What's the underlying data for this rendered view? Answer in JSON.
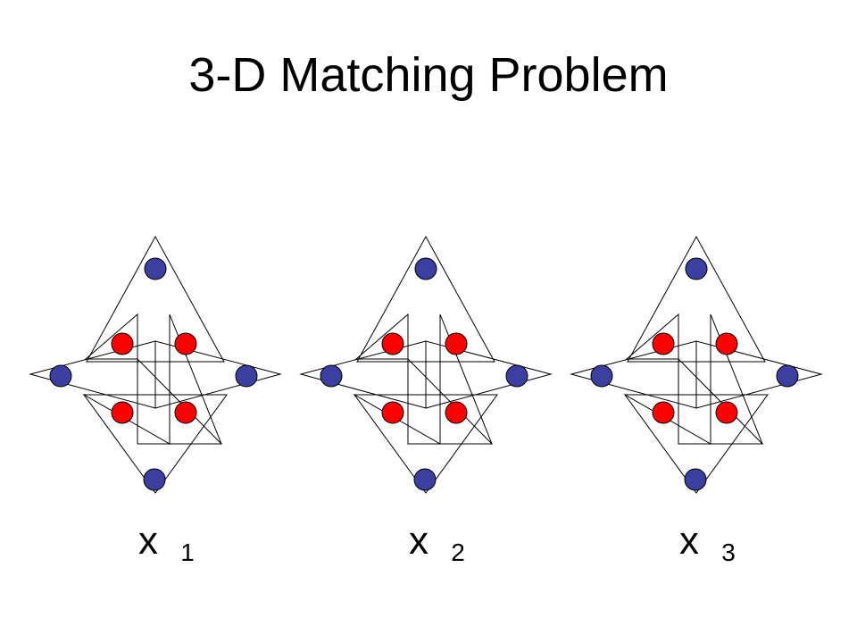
{
  "title": "3-D Matching Problem",
  "colors": {
    "outer_node": "#3a3fa0",
    "inner_node": "#ff0000",
    "node_stroke": "#000000",
    "edge": "#000000",
    "background": "#ffffff"
  },
  "gadgets": [
    {
      "label": "x",
      "subscript": "1"
    },
    {
      "label": "x",
      "subscript": "2"
    },
    {
      "label": "x",
      "subscript": "3"
    }
  ]
}
